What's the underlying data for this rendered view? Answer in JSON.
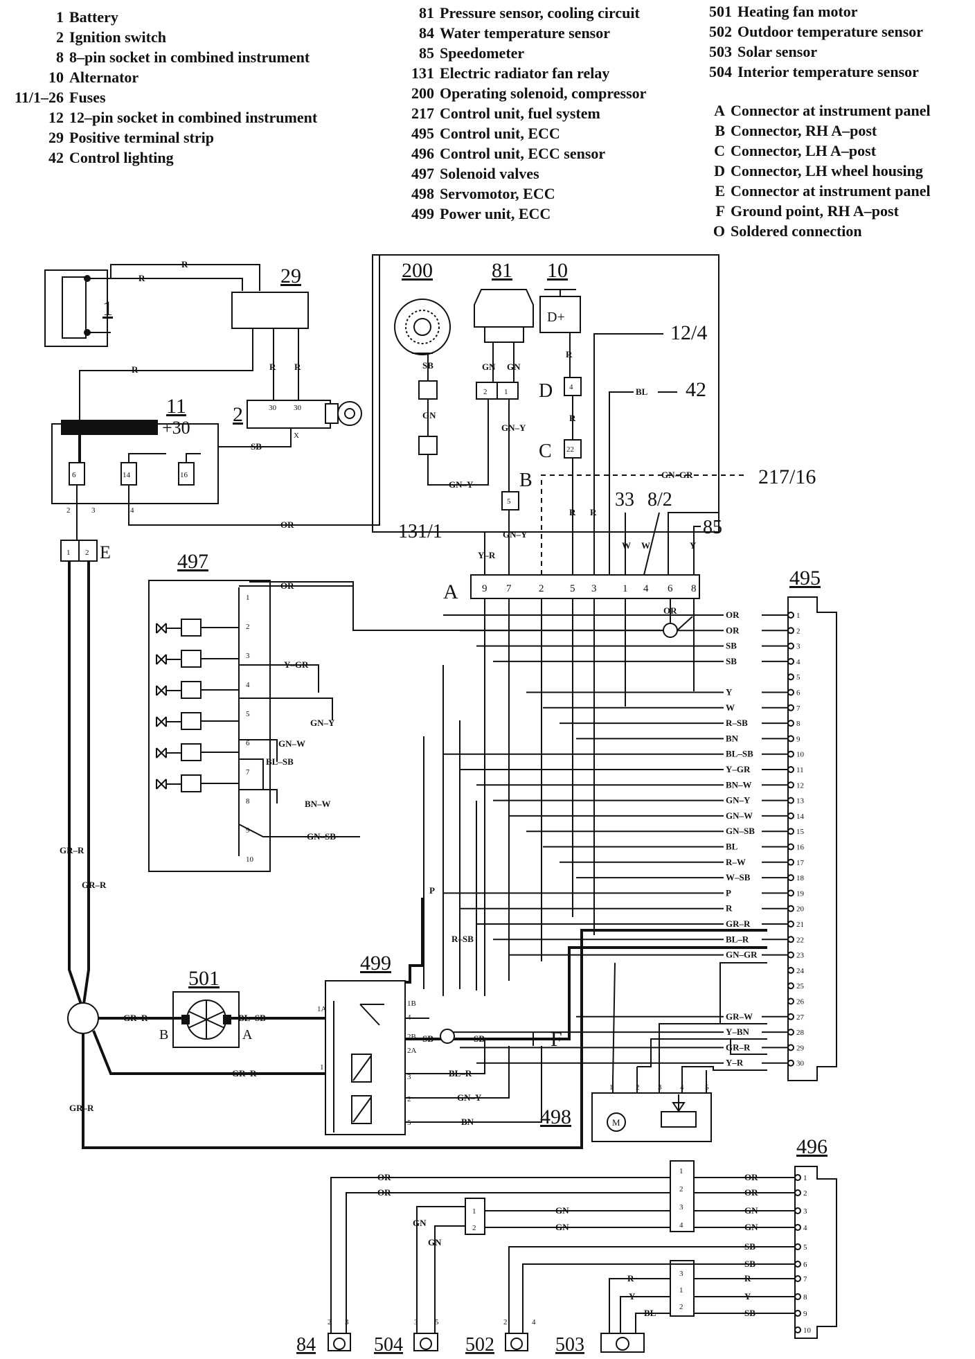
{
  "legend": {
    "col1": [
      {
        "num": "1",
        "text": "Battery"
      },
      {
        "num": "2",
        "text": "Ignition switch"
      },
      {
        "num": "8",
        "text": "8–pin socket in combined instrument"
      },
      {
        "num": "10",
        "text": "Alternator"
      },
      {
        "num": "11/1–26",
        "text": "Fuses"
      },
      {
        "num": "12",
        "text": "12–pin socket in combined instrument"
      },
      {
        "num": "29",
        "text": "Positive terminal strip"
      },
      {
        "num": "42",
        "text": "Control lighting"
      }
    ],
    "col2": [
      {
        "num": "81",
        "text": "Pressure sensor, cooling circuit"
      },
      {
        "num": "84",
        "text": "Water temperature sensor"
      },
      {
        "num": "85",
        "text": "Speedometer"
      },
      {
        "num": "131",
        "text": "Electric radiator fan relay"
      },
      {
        "num": "200",
        "text": "Operating solenoid, compressor"
      },
      {
        "num": "217",
        "text": "Control unit, fuel system"
      },
      {
        "num": "495",
        "text": "Control unit, ECC"
      },
      {
        "num": "496",
        "text": "Control unit, ECC sensor"
      },
      {
        "num": "497",
        "text": "Solenoid valves"
      },
      {
        "num": "498",
        "text": "Servomotor, ECC"
      },
      {
        "num": "499",
        "text": "Power unit, ECC"
      }
    ],
    "col3": [
      {
        "num": "501",
        "text": "Heating fan motor"
      },
      {
        "num": "502",
        "text": "Outdoor temperature sensor"
      },
      {
        "num": "503",
        "text": "Solar sensor"
      },
      {
        "num": "504",
        "text": "Interior temperature sensor"
      }
    ],
    "col4": [
      {
        "num": "A",
        "text": "Connector at instrument panel"
      },
      {
        "num": "B",
        "text": "Connector, RH A–post"
      },
      {
        "num": "C",
        "text": "Connector, LH A–post"
      },
      {
        "num": "D",
        "text": "Connector, LH wheel housing"
      },
      {
        "num": "E",
        "text": "Connector at instrument panel"
      },
      {
        "num": "F",
        "text": "Ground point, RH A–post"
      },
      {
        "num": "O",
        "text": "Soldered connection"
      }
    ]
  },
  "components": {
    "c1": "1",
    "c2": "2",
    "c10": "10",
    "c11": "11",
    "c29": "29",
    "c81": "81",
    "c200": "200",
    "c497": "497",
    "c495": "495",
    "c496": "496",
    "c499": "499",
    "c501": "501",
    "c498": "498",
    "c84": "84",
    "c504": "504",
    "c502": "502",
    "c503": "503",
    "ref_12_4": "12/4",
    "ref_42": "42",
    "ref_217_16": "217/16",
    "ref_131_1": "131/1",
    "ref_33": "33",
    "ref_8_2": "8/2",
    "ref_85": "85",
    "plus30": "+30",
    "alt_dplus": "D+"
  },
  "connectors": {
    "A": "A",
    "B": "B",
    "C": "C",
    "D": "D",
    "E": "E",
    "F": "F",
    "conn_A_pins": [
      "9",
      "7",
      "2",
      "5",
      "3",
      "1",
      "4",
      "6",
      "8"
    ],
    "pin_D": "4",
    "pin_C": "22",
    "pin_B": "5",
    "fuse_pins": [
      "6",
      "14",
      "16"
    ],
    "fuse_wire_nums": [
      "2",
      "3",
      "4"
    ],
    "e_pins": [
      "1",
      "2"
    ],
    "c81_pins": [
      "2",
      "1"
    ],
    "sw_pins": [
      "30",
      "30"
    ],
    "sw_wire_num": "X"
  },
  "wires_top": {
    "bat_r_top": "R",
    "bat_r_mid": "R",
    "bat_r_long": "R",
    "w29_r1": "R",
    "w29_r2": "R",
    "w10_r1": "R",
    "w10_r2": "R",
    "sw_sb": "SB",
    "fuse_or": "OR",
    "c200_sb": "SB",
    "c200_gn": "GN",
    "c200_gny": "GN–Y",
    "c81_gn1": "GN",
    "c81_gn2": "GN",
    "c81_gny": "GN–Y",
    "w42_bl": "BL",
    "w217_gngr": "GN–GR",
    "w131_yr": "Y–R",
    "wB_gny": "GN–Y",
    "wa5_r": "R",
    "wa3_r": "R",
    "w33_w": "W",
    "w82_w": "W",
    "w85_y": "Y"
  },
  "ecu495_pins": [
    {
      "n": "1",
      "c": "OR"
    },
    {
      "n": "2",
      "c": "OR"
    },
    {
      "n": "3",
      "c": "SB"
    },
    {
      "n": "4",
      "c": "SB"
    },
    {
      "n": "5",
      "c": ""
    },
    {
      "n": "6",
      "c": "Y"
    },
    {
      "n": "7",
      "c": "W"
    },
    {
      "n": "8",
      "c": "R–SB"
    },
    {
      "n": "9",
      "c": "BN"
    },
    {
      "n": "10",
      "c": "BL–SB"
    },
    {
      "n": "11",
      "c": "Y–GR"
    },
    {
      "n": "12",
      "c": "BN–W"
    },
    {
      "n": "13",
      "c": "GN–Y"
    },
    {
      "n": "14",
      "c": "GN–W"
    },
    {
      "n": "15",
      "c": "GN–SB"
    },
    {
      "n": "16",
      "c": "BL"
    },
    {
      "n": "17",
      "c": "R–W"
    },
    {
      "n": "18",
      "c": "W–SB"
    },
    {
      "n": "19",
      "c": "P"
    },
    {
      "n": "20",
      "c": "R"
    },
    {
      "n": "21",
      "c": "GR–R"
    },
    {
      "n": "22",
      "c": "BL–R"
    },
    {
      "n": "23",
      "c": "GN–GR"
    },
    {
      "n": "24",
      "c": ""
    },
    {
      "n": "25",
      "c": ""
    },
    {
      "n": "26",
      "c": ""
    },
    {
      "n": "27",
      "c": "GR–W"
    },
    {
      "n": "28",
      "c": "Y–BN"
    },
    {
      "n": "29",
      "c": "GR–R"
    },
    {
      "n": "30",
      "c": "Y–R"
    }
  ],
  "ecu496_pins": [
    {
      "n": "1",
      "c": "OR"
    },
    {
      "n": "2",
      "c": "OR"
    },
    {
      "n": "3",
      "c": "GN"
    },
    {
      "n": "4",
      "c": "GN"
    },
    {
      "n": "5",
      "c": "SB"
    },
    {
      "n": "6",
      "c": "SB"
    },
    {
      "n": "7",
      "c": "R"
    },
    {
      "n": "8",
      "c": "Y"
    },
    {
      "n": "9",
      "c": "SB"
    },
    {
      "n": "10",
      "c": ""
    }
  ],
  "valve_pins": [
    "1",
    "2",
    "3",
    "4",
    "5",
    "6",
    "7",
    "8",
    "9",
    "10"
  ],
  "valve_wires": {
    "or": "OR",
    "ygr": "Y–GR",
    "gny": "GN–Y",
    "gnw": "GN–W",
    "blsb": "BL–SB",
    "bnw": "BN–W",
    "gnsb": "GN–SB"
  },
  "lower_wires": {
    "grr_1": "GR–R",
    "grr_2": "GR–R",
    "grr_3": "GR–R",
    "grr_4": "GR–R",
    "grr_5": "GR–R",
    "blsb": "BL–SB",
    "p": "P",
    "rsb": "R–SB",
    "or_sold": "OR",
    "sb_gnd": "SB",
    "sb_in": "SB",
    "blr": "BL–R",
    "gny": "GN–Y",
    "bn": "BN"
  },
  "c499_pins": [
    "1A",
    "1B",
    "4",
    "2B",
    "2A",
    "1",
    "3",
    "2",
    "5"
  ],
  "c498_pins": [
    "1",
    "2",
    "3",
    "4",
    "5"
  ],
  "c498_motor": "M",
  "sensor_wires": {
    "or1": "OR",
    "or2": "OR",
    "gn_a": "GN",
    "gn_b": "GN",
    "gn_c": "GN",
    "gn_d": "GN",
    "r": "R",
    "y": "Y",
    "bl": "BL"
  },
  "mid_conn_pins": [
    "1",
    "2",
    "3",
    "4"
  ],
  "small_conn_pins": [
    "1",
    "2"
  ],
  "c503_conn_pins": [
    "3",
    "1",
    "2"
  ],
  "sensor_pins": {
    "c84": [
      "2",
      "3"
    ],
    "c504": [
      "3",
      "5"
    ],
    "c502": [
      "2",
      "4"
    ]
  }
}
